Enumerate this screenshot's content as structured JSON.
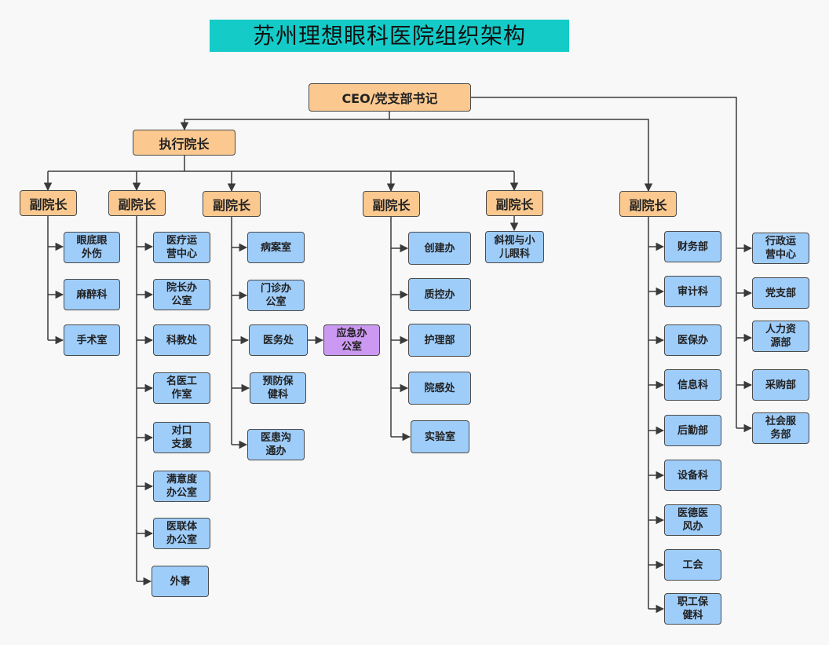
{
  "title": "苏州理想眼科医院组织架构",
  "colors": {
    "title_bg": "#14cbc8",
    "leader_fill": "#fbc98f",
    "department_fill": "#9fcdfa",
    "emergency_fill": "#cc99f2",
    "line": "#3a3a3a"
  },
  "nodes": {
    "ceo": "CEO/党支部书记",
    "exec": "执行院长",
    "vp1": "副院长",
    "vp2": "副院长",
    "vp3": "副院长",
    "vp4": "副院长",
    "vp5": "副院长",
    "vp6": "副院长",
    "d_fundus": "眼底眼\n外伤",
    "d_anesthesia": "麻醉科",
    "d_surgery": "手术室",
    "d_medops": "医疗运\n营中心",
    "d_presoffice": "院长办\n公室",
    "d_edu": "科教处",
    "d_studio": "名医工\n作室",
    "d_support": "对口\n支援",
    "d_satisfaction": "满意度\n办公室",
    "d_alliance": "医联体\n办公室",
    "d_foreign": "外事",
    "d_records": "病案室",
    "d_outpatient": "门诊办\n公室",
    "d_medaffairs": "医务处",
    "d_emergency": "应急办\n公室",
    "d_prevention": "预防保\n健科",
    "d_communication": "医患沟\n通办",
    "d_creation": "创建办",
    "d_quality": "质控办",
    "d_nursing": "护理部",
    "d_infection": "院感处",
    "d_lab": "实验室",
    "d_strabismus": "斜视与小\n儿眼科",
    "d_finance": "财务部",
    "d_audit": "审计科",
    "d_insurance": "医保办",
    "d_info": "信息科",
    "d_logistics": "后勤部",
    "d_equipment": "设备科",
    "d_ethics": "医德医\n风办",
    "d_union": "工会",
    "d_healthcare": "职工保\n健科",
    "d_adminops": "行政运\n营中心",
    "d_party": "党支部",
    "d_hr": "人力资\n源部",
    "d_purchase": "采购部",
    "d_social": "社会服\n务部"
  }
}
